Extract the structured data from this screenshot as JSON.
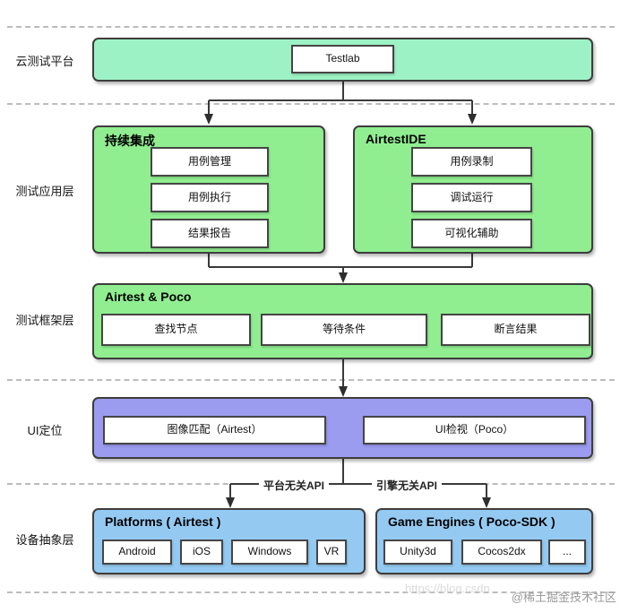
{
  "colors": {
    "mint": "#9df2c5",
    "green": "#90ee90",
    "purple": "#9b9bf0",
    "blue": "#94caf2",
    "border": "#3d3d3d"
  },
  "layers": {
    "cloud": "云测试平台",
    "app": "测试应用层",
    "framework": "测试框架层",
    "ui": "UI定位",
    "device": "设备抽象层"
  },
  "cloud": {
    "testlab": "Testlab"
  },
  "ci": {
    "title": "持续集成",
    "items": [
      "用例管理",
      "用例执行",
      "结果报告"
    ]
  },
  "ide": {
    "title": "AirtestIDE",
    "items": [
      "用例录制",
      "调试运行",
      "可视化辅助"
    ]
  },
  "framework_box": {
    "title": "Airtest & Poco",
    "items": [
      "查找节点",
      "等待条件",
      "断言结果"
    ]
  },
  "ui_box": {
    "items": [
      "图像匹配（Airtest）",
      "UI检视（Poco）"
    ]
  },
  "platforms": {
    "title": "Platforms ( Airtest )",
    "items": [
      "Android",
      "iOS",
      "Windows",
      "VR"
    ]
  },
  "engines": {
    "title": "Game Engines ( Poco-SDK )",
    "items": [
      "Unity3d",
      "Cocos2dx",
      "..."
    ]
  },
  "connectors": {
    "platform_api": "平台无关API",
    "engine_api": "引擎无关API"
  },
  "watermark": {
    "url": "https://blog.csdn",
    "community": "@稀土掘金技术社区"
  }
}
